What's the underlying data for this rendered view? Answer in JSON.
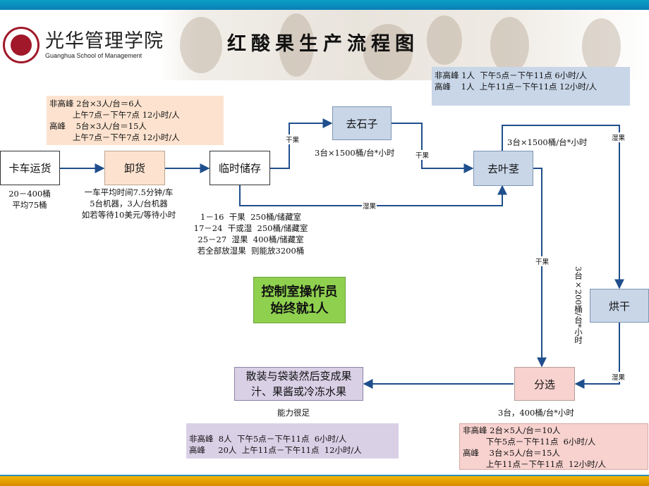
{
  "header": {
    "school_cn": "光华管理学院",
    "school_en": "Guanghua School of Management",
    "title": "红酸果生产流程图"
  },
  "nodes": {
    "truck": "卡车运货",
    "unload": "卸货",
    "storage": "临时储存",
    "destone": "去石子",
    "destem": "去叶茎",
    "dry": "烘干",
    "sort": "分选",
    "package": "散装与袋装然后变成果\n汁、果酱或冷冻水果",
    "control": "控制室操作员\n始终就1人"
  },
  "edges": {
    "dry_fruit_1": "干果",
    "dry_fruit_2": "干果",
    "dry_fruit_3": "干果",
    "wet_fruit_1": "湿果",
    "wet_fruit_2": "湿果",
    "wet_fruit_3": "湿果"
  },
  "notes": {
    "unload_staff": "非高峰 2台×3人/台＝6人\n         上午7点－下午7点 12小时/人\n高峰    5台×3人/台＝15人\n         上午7点－下午7点 12小时/人",
    "top_right_staff": "非高峰 1人  下午5点－下午11点 6小时/人\n高峰    1人  上午11点－下午11点 12小时/人",
    "truck_load": "20－400桶\n平均75桶",
    "unload_time": "一车平均时间7.5分钟/车\n5台机器，3人/台机器\n如若等待10美元/等待小时",
    "storage_capacity": "1－16  干果  250桶/储藏室\n17－24  干或湿  250桶/储藏室\n25－27  湿果  400桶/储藏室\n若全部放湿果  则能放3200桶",
    "destone_capacity": "3台×1500桶/台*小时",
    "destem_capacity": "3台×1500桶/台*小时",
    "dry_capacity": "3台×200桶/台*小时",
    "sort_capacity": "3台，400桶/台*小时",
    "package_capacity": "能力很足",
    "package_staff": "非高峰  8人  下午5点－下午11点  6小时/人\n高峰     20人  上午11点－下午11点  12小时/人",
    "sort_staff": "非高峰 2台×5人/台＝10人\n         下午5点－下午11点  6小时/人\n高峰    3台×5人/台＝15人\n         上午11点－下午11点  12小时/人"
  },
  "colors": {
    "arrow": "#1f4e8c",
    "peach": "#fde3cf",
    "blue": "#c8d6e8",
    "pink": "#f7d2cf",
    "purple": "#d9d0e6",
    "green": "#8fd14f",
    "top_bar": "#0a90c0",
    "bottom_bar": "#e8a000"
  },
  "icons": {
    "logo": "peking-university-seal-icon"
  }
}
